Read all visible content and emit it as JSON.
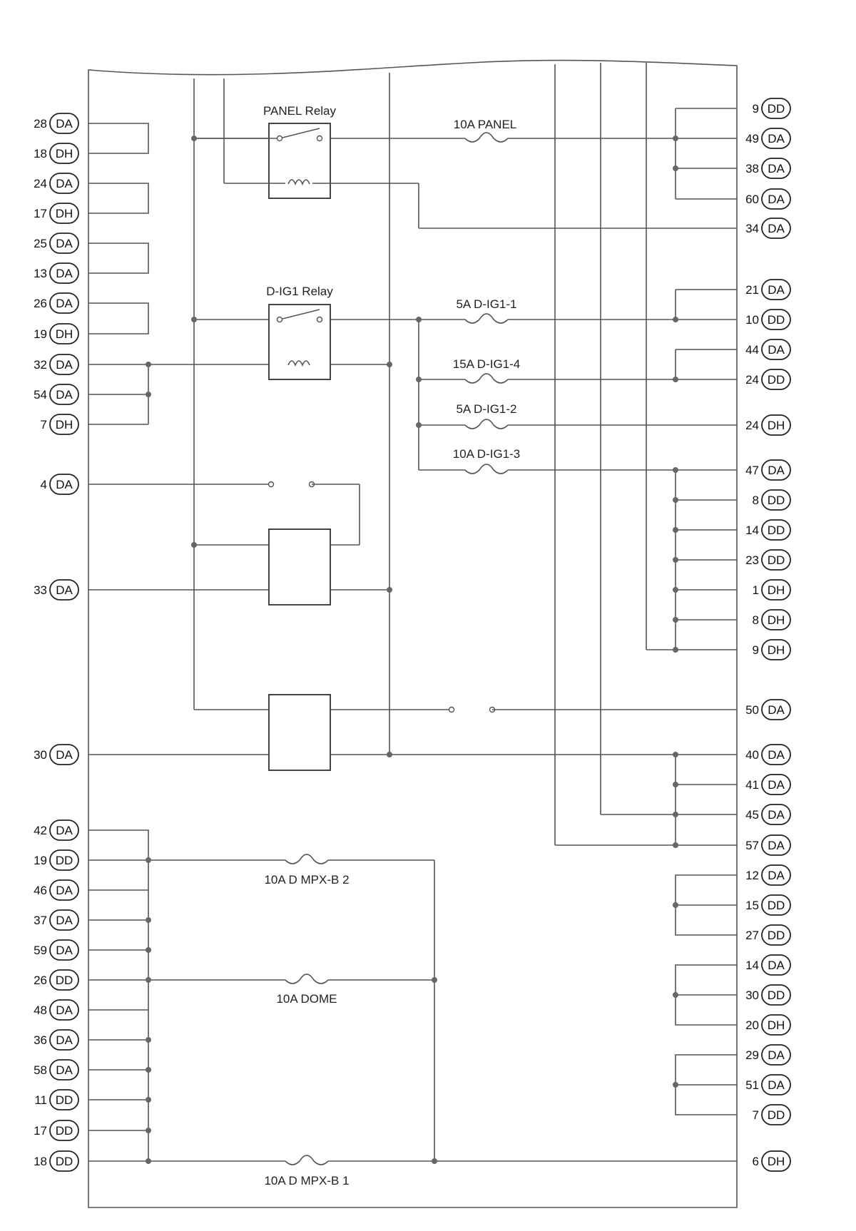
{
  "relays": {
    "panel": "PANEL Relay",
    "dig1": "D-IG1 Relay"
  },
  "fuses": {
    "panel": "10A PANEL",
    "dig1_1": "5A D-IG1-1",
    "dig1_4": "15A D-IG1-4",
    "dig1_2": "5A D-IG1-2",
    "dig1_3": "10A D-IG1-3",
    "mpxb2": "10A D MPX-B 2",
    "dome": "10A DOME",
    "mpxb1": "10A D MPX-B 1"
  },
  "left_connectors": [
    {
      "num": "28",
      "code": "DA"
    },
    {
      "num": "18",
      "code": "DH"
    },
    {
      "num": "24",
      "code": "DA"
    },
    {
      "num": "17",
      "code": "DH"
    },
    {
      "num": "25",
      "code": "DA"
    },
    {
      "num": "13",
      "code": "DA"
    },
    {
      "num": "26",
      "code": "DA"
    },
    {
      "num": "19",
      "code": "DH"
    },
    {
      "num": "32",
      "code": "DA"
    },
    {
      "num": "54",
      "code": "DA"
    },
    {
      "num": "7",
      "code": "DH"
    },
    {
      "num": "4",
      "code": "DA"
    },
    {
      "num": "33",
      "code": "DA"
    },
    {
      "num": "30",
      "code": "DA"
    },
    {
      "num": "42",
      "code": "DA"
    },
    {
      "num": "19",
      "code": "DD"
    },
    {
      "num": "46",
      "code": "DA"
    },
    {
      "num": "37",
      "code": "DA"
    },
    {
      "num": "59",
      "code": "DA"
    },
    {
      "num": "26",
      "code": "DD"
    },
    {
      "num": "48",
      "code": "DA"
    },
    {
      "num": "36",
      "code": "DA"
    },
    {
      "num": "58",
      "code": "DA"
    },
    {
      "num": "11",
      "code": "DD"
    },
    {
      "num": "17",
      "code": "DD"
    },
    {
      "num": "18",
      "code": "DD"
    }
  ],
  "right_connectors": [
    {
      "num": "9",
      "code": "DD"
    },
    {
      "num": "49",
      "code": "DA"
    },
    {
      "num": "38",
      "code": "DA"
    },
    {
      "num": "60",
      "code": "DA"
    },
    {
      "num": "34",
      "code": "DA"
    },
    {
      "num": "21",
      "code": "DA"
    },
    {
      "num": "10",
      "code": "DD"
    },
    {
      "num": "44",
      "code": "DA"
    },
    {
      "num": "24",
      "code": "DD"
    },
    {
      "num": "24",
      "code": "DH"
    },
    {
      "num": "47",
      "code": "DA"
    },
    {
      "num": "8",
      "code": "DD"
    },
    {
      "num": "14",
      "code": "DD"
    },
    {
      "num": "23",
      "code": "DD"
    },
    {
      "num": "1",
      "code": "DH"
    },
    {
      "num": "8",
      "code": "DH"
    },
    {
      "num": "9",
      "code": "DH"
    },
    {
      "num": "50",
      "code": "DA"
    },
    {
      "num": "40",
      "code": "DA"
    },
    {
      "num": "41",
      "code": "DA"
    },
    {
      "num": "45",
      "code": "DA"
    },
    {
      "num": "57",
      "code": "DA"
    },
    {
      "num": "12",
      "code": "DA"
    },
    {
      "num": "15",
      "code": "DD"
    },
    {
      "num": "27",
      "code": "DD"
    },
    {
      "num": "14",
      "code": "DA"
    },
    {
      "num": "30",
      "code": "DD"
    },
    {
      "num": "20",
      "code": "DH"
    },
    {
      "num": "29",
      "code": "DA"
    },
    {
      "num": "51",
      "code": "DA"
    },
    {
      "num": "7",
      "code": "DD"
    },
    {
      "num": "6",
      "code": "DH"
    }
  ]
}
